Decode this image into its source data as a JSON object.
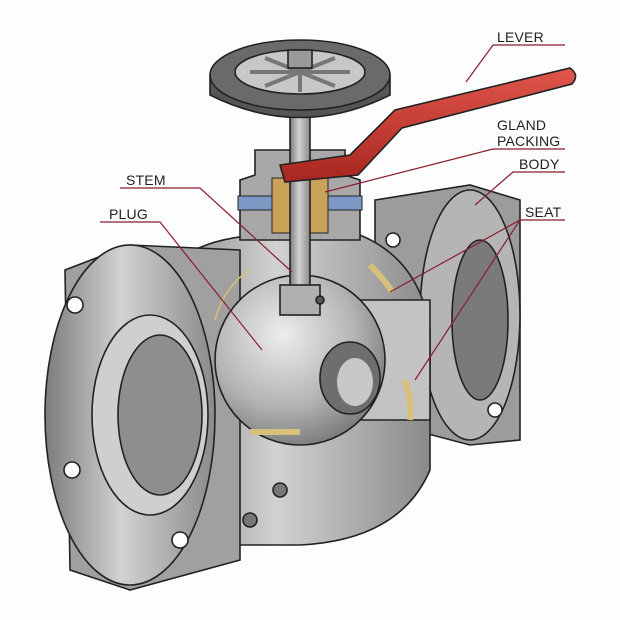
{
  "title": "Ball valve cutaway diagram",
  "labels": {
    "lever": "LEVER",
    "gland_line1": "GLAND",
    "gland_line2": "PACKING",
    "body": "BODY",
    "seat": "SEAT",
    "stem": "STEM",
    "plug": "PLUG"
  },
  "colors": {
    "lever": "#c8352c",
    "metal": "#a9a9a9",
    "leader": "#8a1d2e",
    "seat": "#d6c07a",
    "packing": "#c9a25a",
    "gasket": "#7d98c4"
  }
}
